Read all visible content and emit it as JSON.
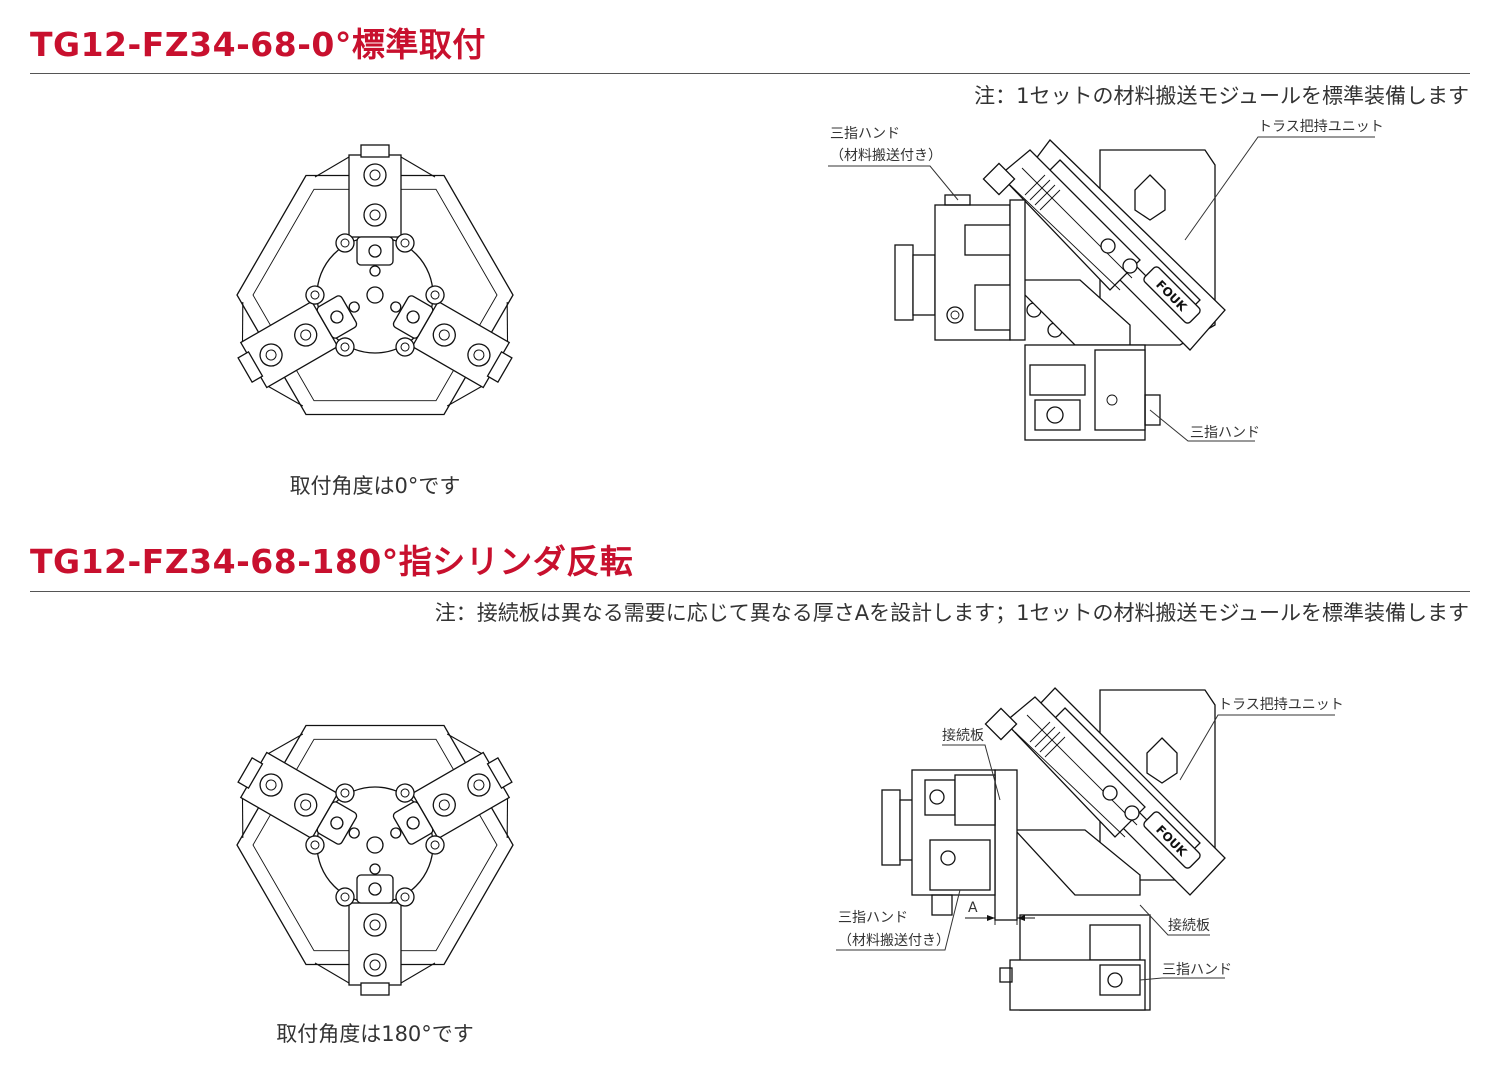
{
  "sections": [
    {
      "title": "TG12-FZ34-68-0°標準取付",
      "note": "注：1セットの材料搬送モジュールを標準装備します",
      "caption": "取付角度は0°です",
      "labels": {
        "gripper_with_transfer_line1": "三指ハンド",
        "gripper_with_transfer_line2": "（材料搬送付き）",
        "truss_unit": "トラス把持ユニット",
        "gripper": "三指ハンド"
      }
    },
    {
      "title": "TG12-FZ34-68-180°指シリンダ反転",
      "note": "注：接続板は異なる需要に応じて異なる厚さAを設計します；1セットの材料搬送モジュールを標準装備します",
      "caption": "取付角度は180°です",
      "labels": {
        "connecting_plate_top": "接続板",
        "truss_unit": "トラス把持ユニット",
        "gripper_with_transfer_line1": "三指ハンド",
        "gripper_with_transfer_line2": "（材料搬送付き）",
        "dimension_a": "A",
        "connecting_plate_bottom": "接続板",
        "gripper": "三指ハンド"
      }
    }
  ],
  "brand_logo_text": "FOUK",
  "colors": {
    "title_red": "#c8102e",
    "line": "#111111",
    "text": "#333333"
  }
}
